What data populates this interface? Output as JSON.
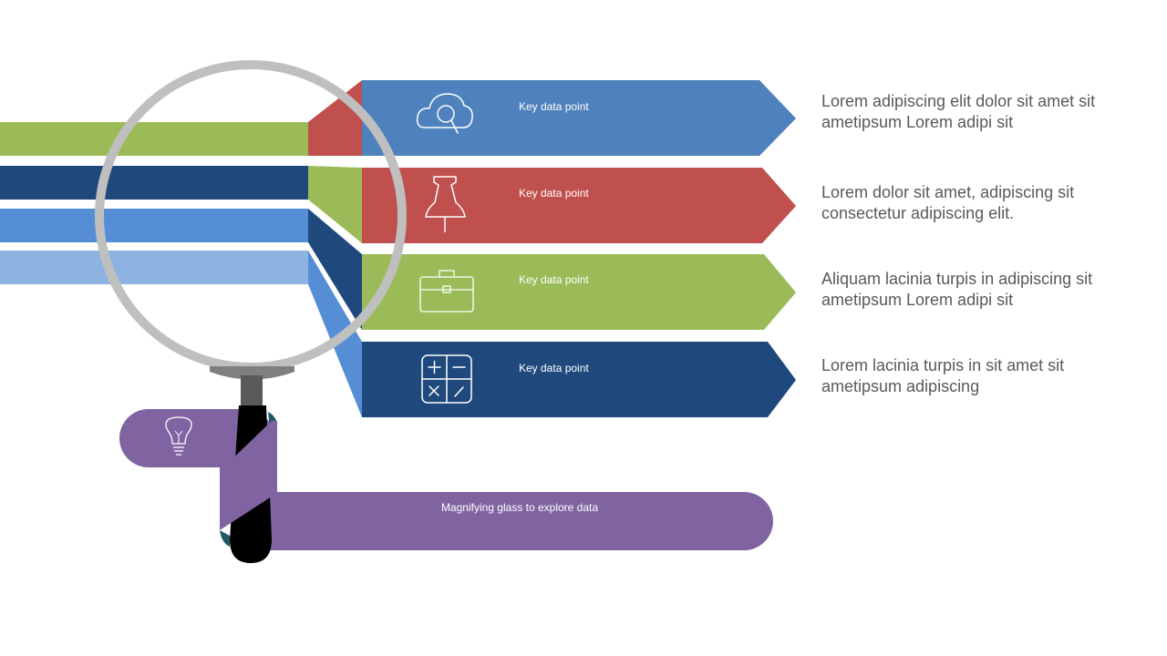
{
  "colors": {
    "green": "#9bbb59",
    "red": "#c0504d",
    "blue": "#4f81bd",
    "navy": "#1f497d",
    "light_blue": "#8db3e2",
    "mid_blue": "#558ed5",
    "purple": "#8064a2",
    "lens_ring": "#bfbfbf",
    "text": "#595959"
  },
  "arrows": [
    {
      "label": "Key data point",
      "icon": "cloud-search-icon",
      "color": "#4f81bd"
    },
    {
      "label": "Key data point",
      "icon": "pushpin-icon",
      "color": "#c0504d"
    },
    {
      "label": "Key data point",
      "icon": "briefcase-icon",
      "color": "#9bbb59"
    },
    {
      "label": "Key data point",
      "icon": "calculator-icon",
      "color": "#1f497d"
    }
  ],
  "descriptions": [
    "Lorem adipiscing elit dolor sit amet sit ametipsum Lorem adipi sit",
    "Lorem dolor sit amet, adipiscing sit consectetur adipiscing elit.",
    "Aliquam lacinia turpis in  adipiscing sit ametipsum Lorem adipi sit",
    "Lorem lacinia turpis in sit amet sit ametipsum adipiscing"
  ],
  "handle": {
    "label": "Magnifying glass to explore data",
    "icon": "lightbulb-icon"
  }
}
